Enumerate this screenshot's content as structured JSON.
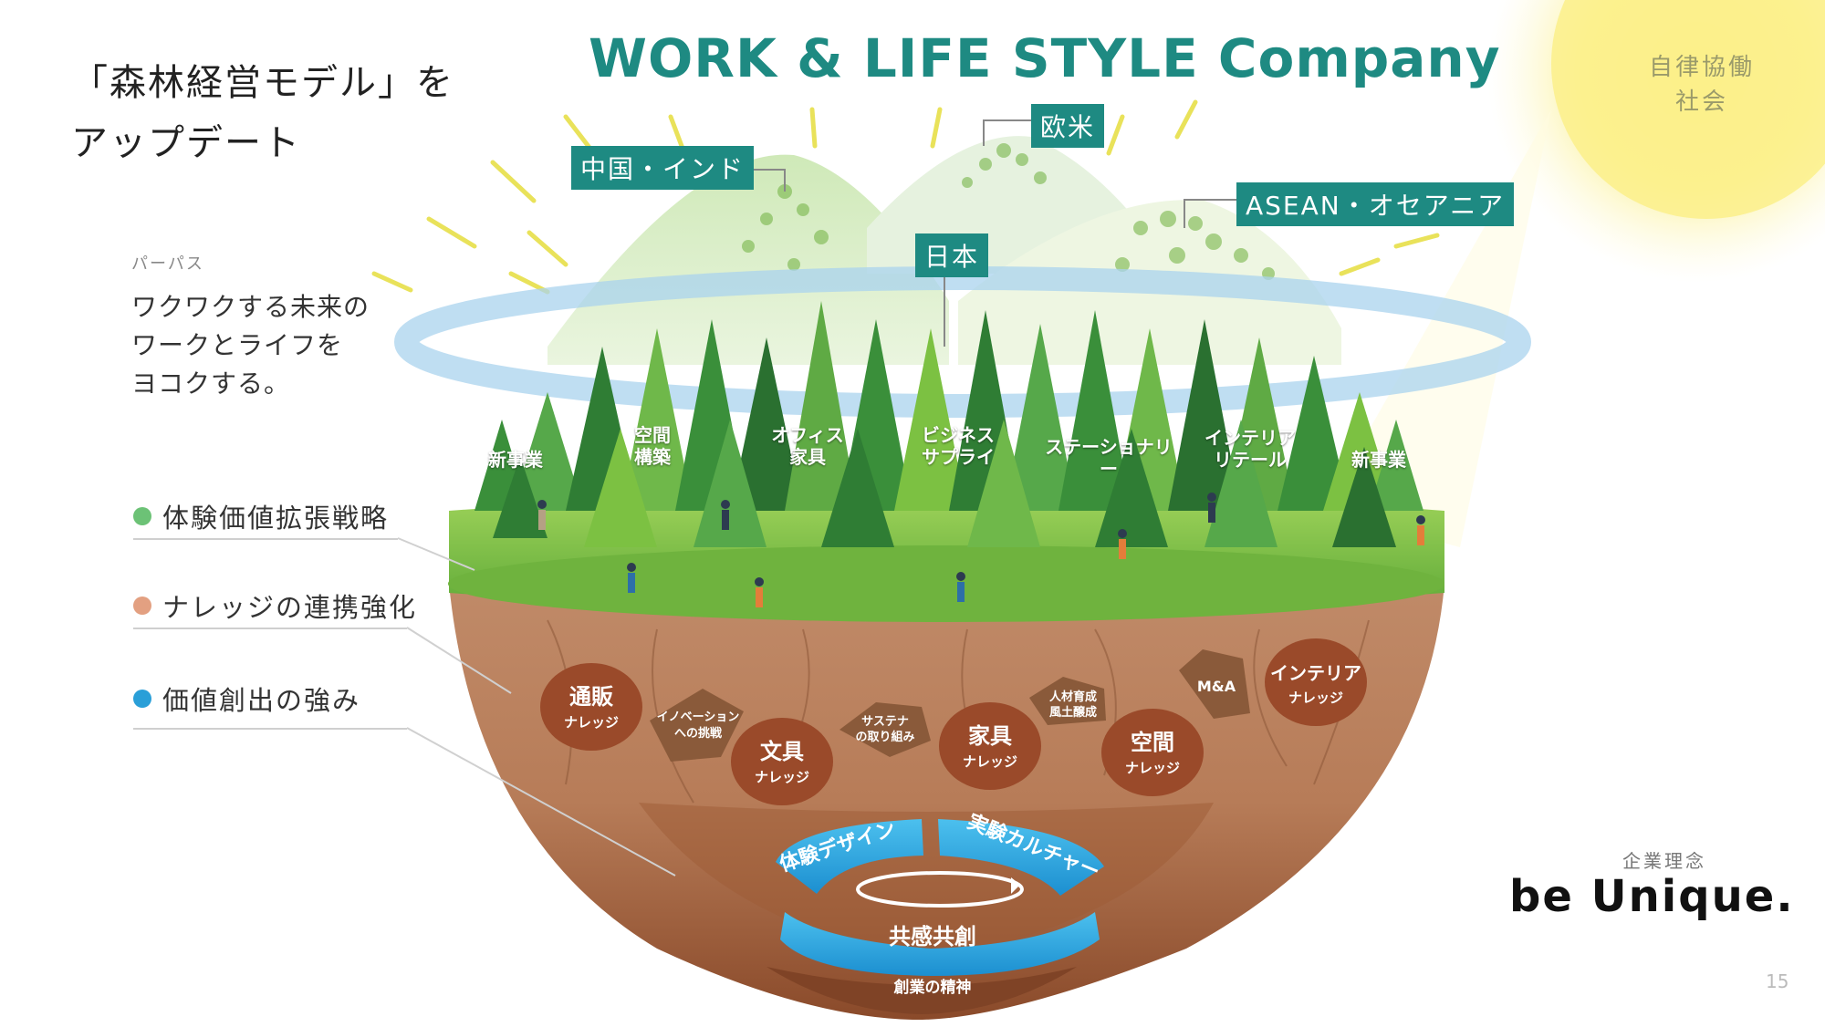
{
  "heading": "「森林経営モデル」を\nアップデート",
  "purpose": {
    "label": "パーパス",
    "text": "ワクワクする未来の\nワークとライフを\nヨコクする。"
  },
  "legend": [
    {
      "label": "体験価値拡張戦略",
      "color": "#6cc276"
    },
    {
      "label": "ナレッジの連携強化",
      "color": "#e3a081"
    },
    {
      "label": "価値創出の強み",
      "color": "#2a9fd8"
    }
  ],
  "title": "WORK & LIFE STYLE Company",
  "regions": {
    "china_india": "中国・インド",
    "europe_us": "欧米",
    "japan": "日本",
    "asean": "ASEAN・オセアニア"
  },
  "sun_text": "自律協働\n社会",
  "businesses": [
    "新事業",
    "空間\n構築",
    "オフィス\n家具",
    "ビジネス\nサプライ",
    "ステーショナリー",
    "インテリア\nリテール",
    "新事業"
  ],
  "knowledge": {
    "mailorder": {
      "main": "通販",
      "sub": "ナレッジ"
    },
    "innovation": "イノベーション\nへの挑戦",
    "stationery": {
      "main": "文具",
      "sub": "ナレッジ"
    },
    "sustain": "サステナ\nの取り組み",
    "furniture": {
      "main": "家具",
      "sub": "ナレッジ"
    },
    "talent": "人材育成\n風土醸成",
    "space": {
      "main": "空間",
      "sub": "ナレッジ"
    },
    "ma": "M&A",
    "interior": {
      "main": "インテリア",
      "sub": "ナレッジ"
    }
  },
  "core": {
    "design": "体験デザイン",
    "culture": "実験カルチャー",
    "cocreate": "共感共創"
  },
  "founding": "創業の精神",
  "philosophy": {
    "label": "企業理念",
    "value": "be Unique."
  },
  "page_number": "15",
  "colors": {
    "teal": "#1e8a82",
    "soil": "#a9673f",
    "grass": "#7cc142",
    "water": "#2a9fd8",
    "knowledge": "#9a4a2a"
  }
}
